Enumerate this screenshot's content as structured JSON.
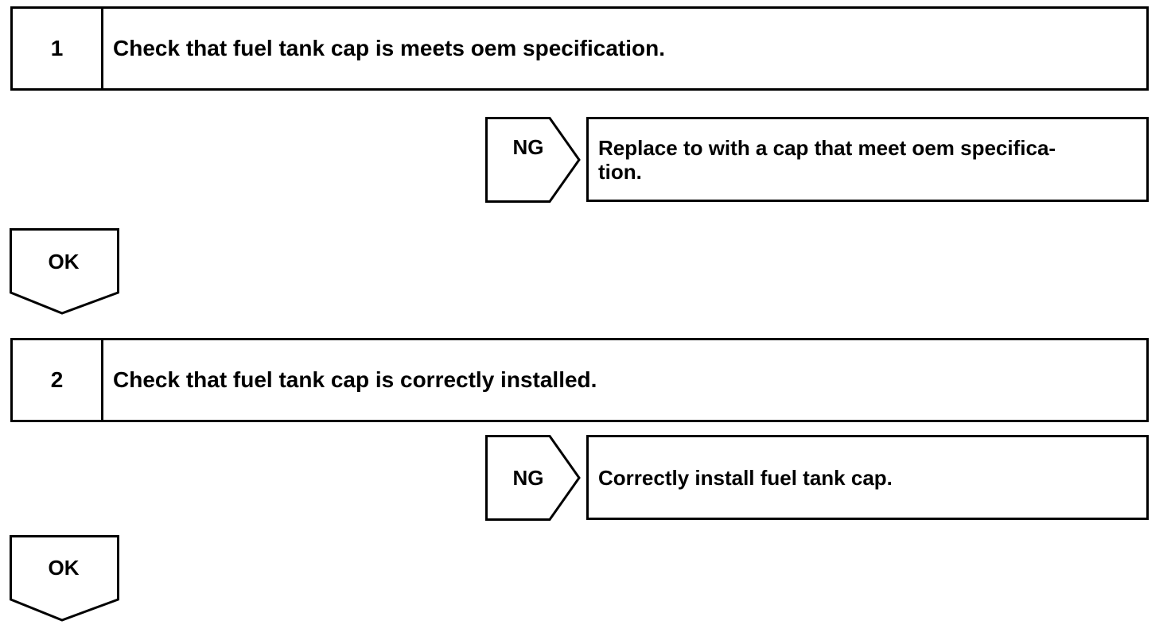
{
  "steps": [
    {
      "number": "1",
      "text": "Check that fuel tank cap is meets oem specification.",
      "ng_label": "NG",
      "ng_action_line1": "Replace to with a cap that meet oem specifica-",
      "ng_action_line2": "tion.",
      "ok_label": "OK"
    },
    {
      "number": "2",
      "text": "Check that fuel tank cap is correctly installed.",
      "ng_label": "NG",
      "ng_action": "Correctly install fuel tank cap.",
      "ok_label": "OK"
    }
  ],
  "colors": {
    "stroke": "#000000",
    "background": "#ffffff"
  }
}
